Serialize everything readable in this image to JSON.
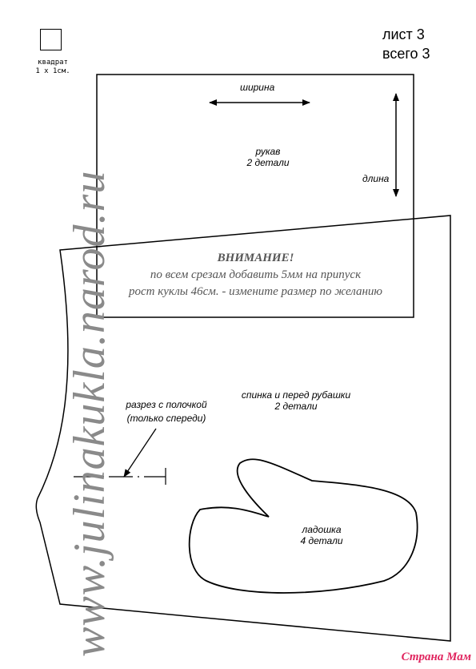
{
  "corner": {
    "scale_label_line1": "квадрат",
    "scale_label_line2": "1 x 1см."
  },
  "sheet": {
    "sheet_label": "лист 3",
    "total_label": "всего 3"
  },
  "sleeve": {
    "width_label": "ширина",
    "length_label": "длина",
    "title": "рукав",
    "count": "2 детали"
  },
  "warning": {
    "title": "ВНИМАНИЕ!",
    "line1": "по всем срезам добавить 5мм на припуск",
    "line2": "рост куклы 46см. -  измените размер по желанию"
  },
  "shirt": {
    "title": "спинка и перед рубашки",
    "count": "2 детали",
    "cut_label_line1": "разрез с полочкой",
    "cut_label_line2": "(только спереди)"
  },
  "palm": {
    "title": "ладошка",
    "count": "4 детали"
  },
  "watermark": "www.julinakukla.narod.ru",
  "logo": "Страна Мам",
  "colors": {
    "warning_text": "#555555",
    "watermark": "#8a8a8a",
    "logo": "#e0245e"
  }
}
